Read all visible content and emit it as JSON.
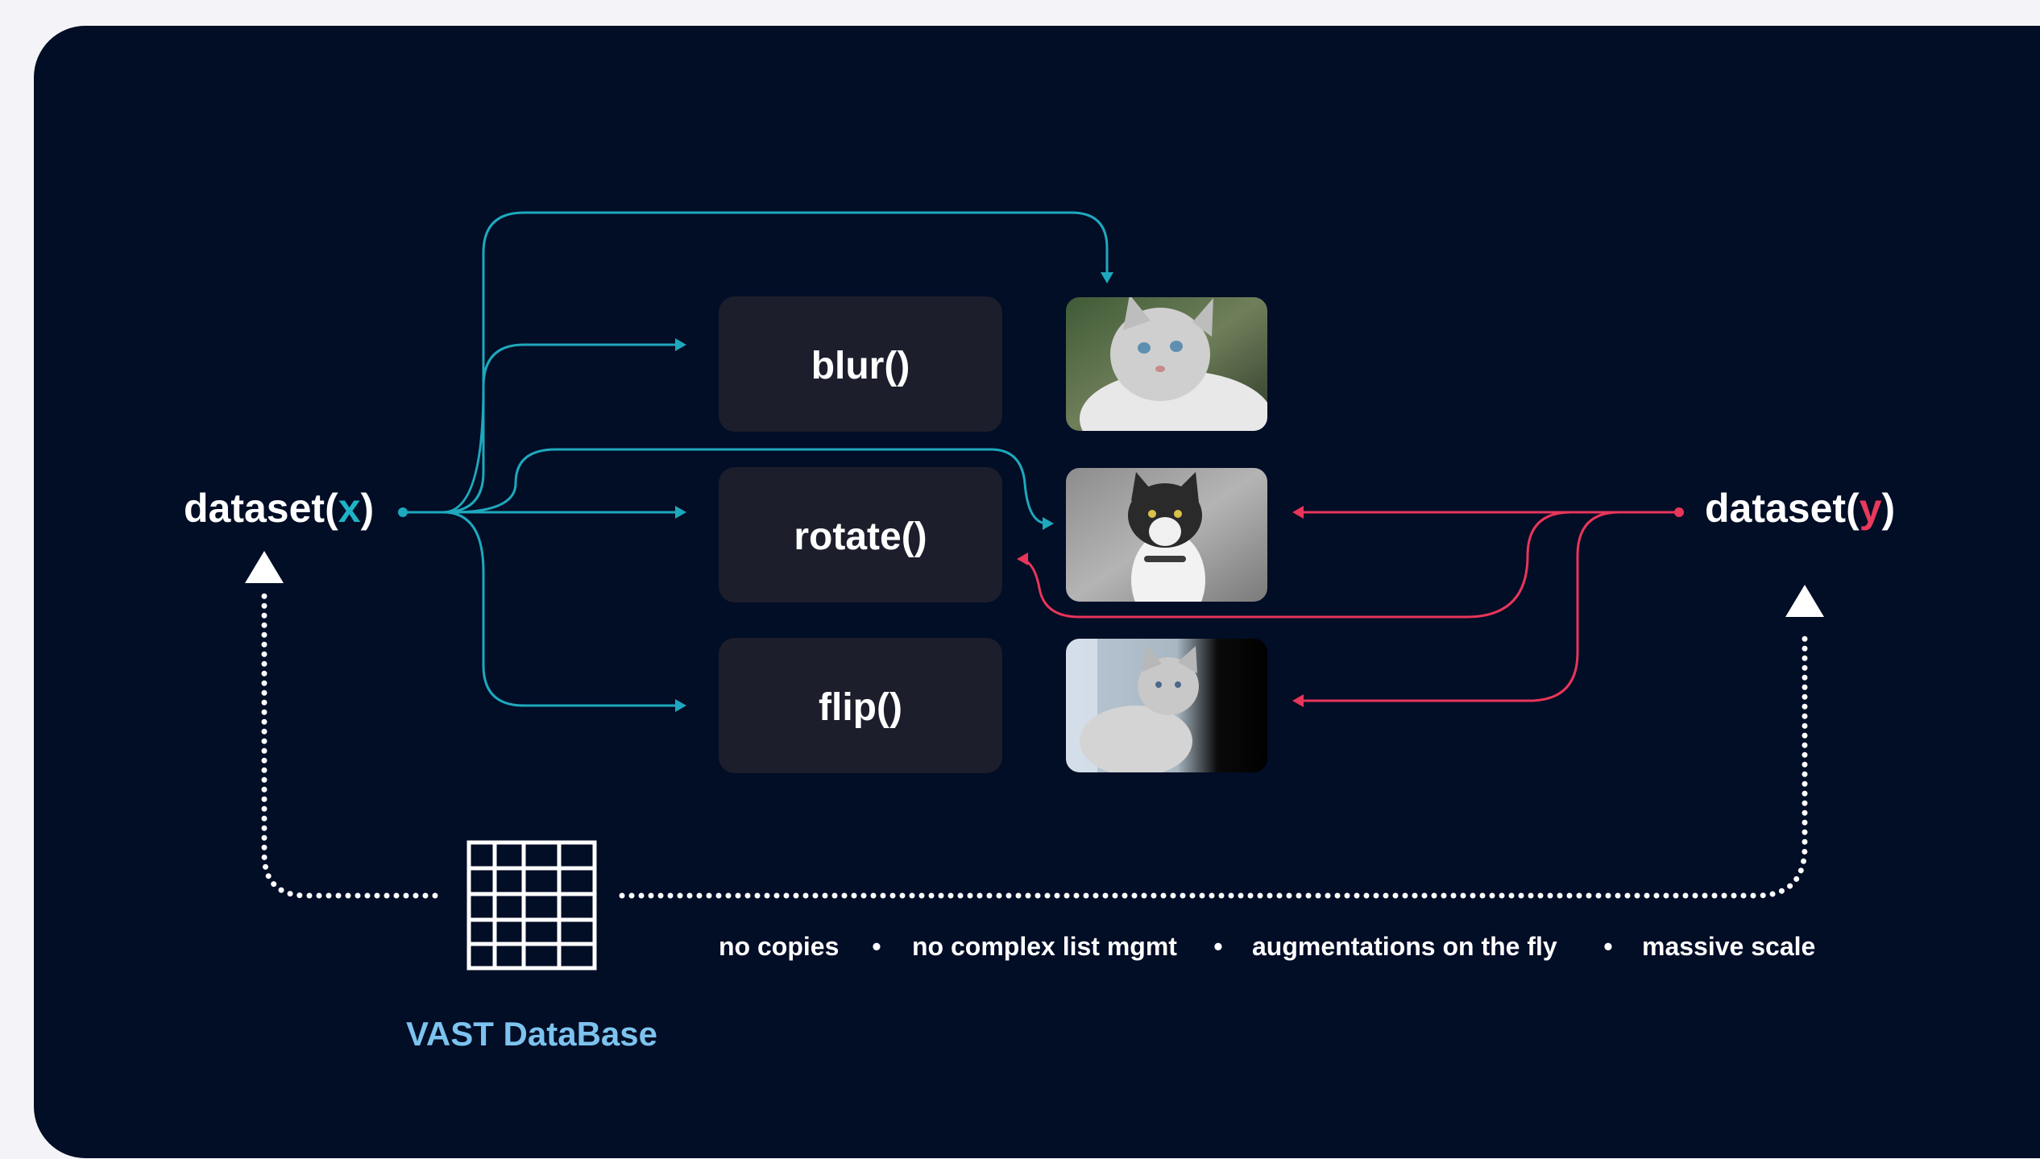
{
  "diagram": {
    "source_label": {
      "prefix": "dataset(",
      "var": "x",
      "suffix": ")"
    },
    "target_label": {
      "prefix": "dataset(",
      "var": "y",
      "suffix": ")"
    },
    "functions": [
      {
        "label": "blur()"
      },
      {
        "label": "rotate()"
      },
      {
        "label": "flip()"
      }
    ],
    "images": [
      {
        "icon": "cat-photo-blurred-icon"
      },
      {
        "icon": "cat-photo-rotated-icon"
      },
      {
        "icon": "cat-photo-flipped-icon"
      }
    ],
    "database": {
      "label": "VAST DataBase",
      "icon": "table-grid-icon"
    },
    "features": [
      "no copies",
      "no complex list mgmt",
      "augmentations on the fly",
      "massive scale"
    ],
    "separator": "•",
    "colors": {
      "background": "#020d26",
      "page": "#f4f4f8",
      "box": "#1c1e2c",
      "source_accent": "#1fb3c6",
      "target_accent": "#e83a5c",
      "source_lines": "#1ea8bd",
      "target_lines": "#e8355a",
      "database_label": "#7cc3ee"
    }
  }
}
